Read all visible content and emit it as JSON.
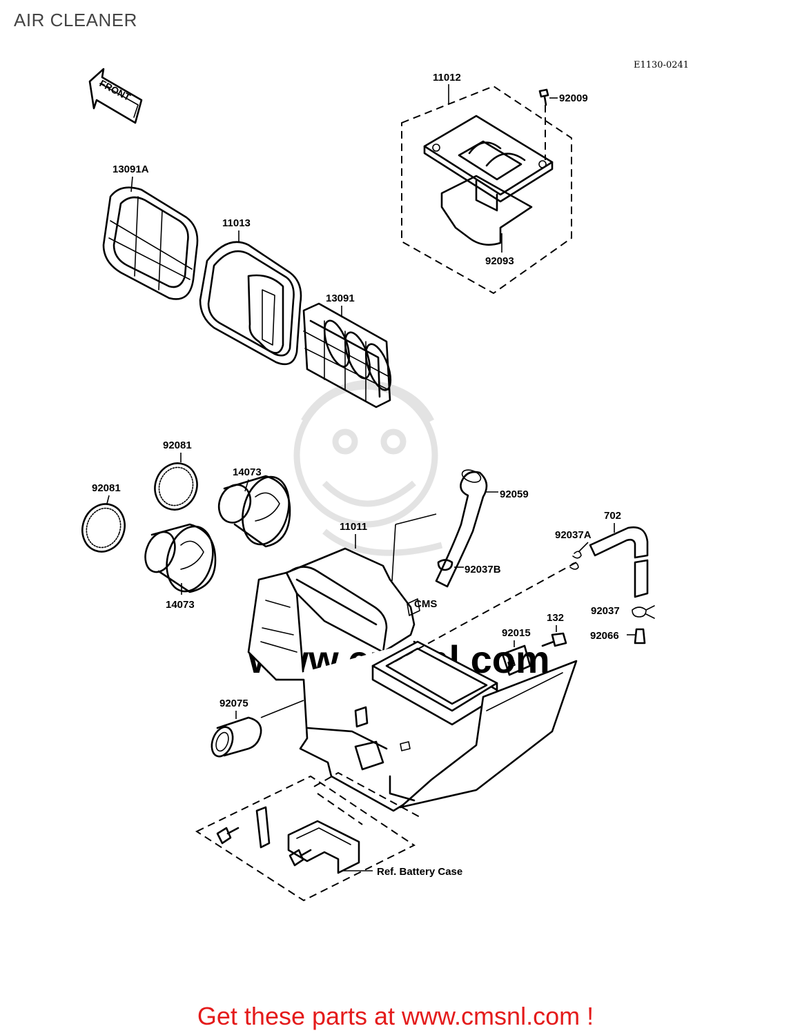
{
  "page_title": "AIR CLEANER",
  "diagram": {
    "ref_code": "E1130-0241",
    "front_label": "FRONT",
    "parts": {
      "p11012": "11012",
      "p92009": "92009",
      "p92093": "92093",
      "p13091A": "13091A",
      "p11013": "11013",
      "p13091": "13091",
      "p92081_upper": "92081",
      "p92081_left": "92081",
      "p14073_upper": "14073",
      "p14073_lower": "14073",
      "p92059": "92059",
      "p11011": "11011",
      "p702": "702",
      "p92037A": "92037A",
      "p92037B": "92037B",
      "p92037": "92037",
      "p132": "132",
      "p92015": "92015",
      "p92066": "92066",
      "p92075": "92075"
    },
    "battery_case_label": "Ref. Battery Case"
  },
  "watermark": {
    "text": "CMS",
    "url_text": "www.cmsnl.com"
  },
  "call_to_action": "Get these parts at www.cmsnl.com !",
  "colors": {
    "cta": "#e41b1b",
    "line": "#000000",
    "watermark": "#e0e0e0"
  }
}
